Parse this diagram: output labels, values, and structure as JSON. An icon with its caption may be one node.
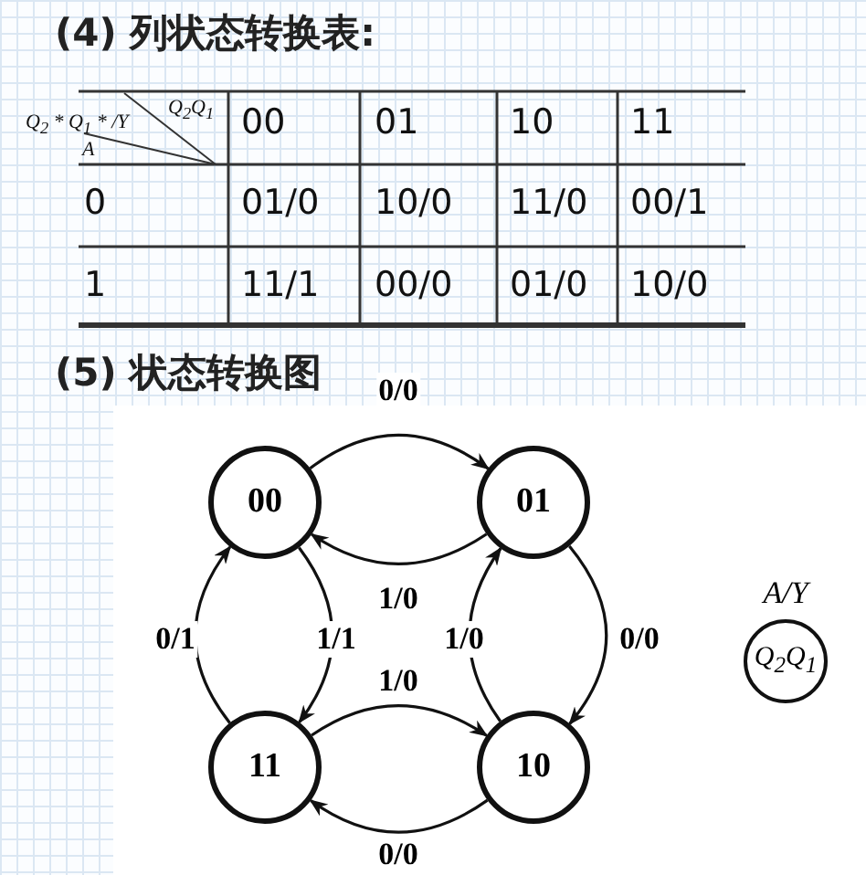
{
  "diagram": {
    "title": "(4) 列状态转换表:",
    "nodes": [
      {
        "text": [
          "00"
        ]
      },
      {
        "text": [
          "01"
        ]
      },
      {
        "text": [
          "11"
        ]
      },
      {
        "text": [
          "10"
        ]
      },
      {
        "text": [
          "Q$_{2}$Q$_{1}$"
        ],
        "beside": [
          "A/Y"
        ]
      }
    ],
    "edges": [
      {
        "from": 0,
        "to": 1,
        "arrow": "to",
        "label": "0/0"
      },
      {
        "from": 1,
        "to": 0,
        "arrow": "to",
        "label": "1/0"
      },
      {
        "from": 1,
        "to": 3,
        "arrow": "to",
        "label": "0/0"
      },
      {
        "from": 3,
        "to": 1,
        "arrow": "to",
        "label": "1/0"
      },
      {
        "from": 0,
        "to": 2,
        "arrow": "to",
        "label": "1/1"
      },
      {
        "from": 2,
        "to": 0,
        "arrow": "to",
        "label": "0/1"
      },
      {
        "from": 2,
        "to": 3,
        "arrow": "to",
        "label": "1/0"
      },
      {
        "from": 3,
        "to": 2,
        "arrow": "to",
        "label": "0/0"
      }
    ],
    "labels": [
      "Q$_{2}$ * Q$_{1}$ * /Y",
      "Q$_{2}$Q$_{1}$",
      "A",
      "00",
      "01",
      "10",
      "11",
      "0",
      "01/0",
      "10/0",
      "11/0",
      "00/1",
      "1",
      "11/1",
      "00/0",
      "01/0",
      "10/0",
      "(5) 状态转换图"
    ]
  }
}
